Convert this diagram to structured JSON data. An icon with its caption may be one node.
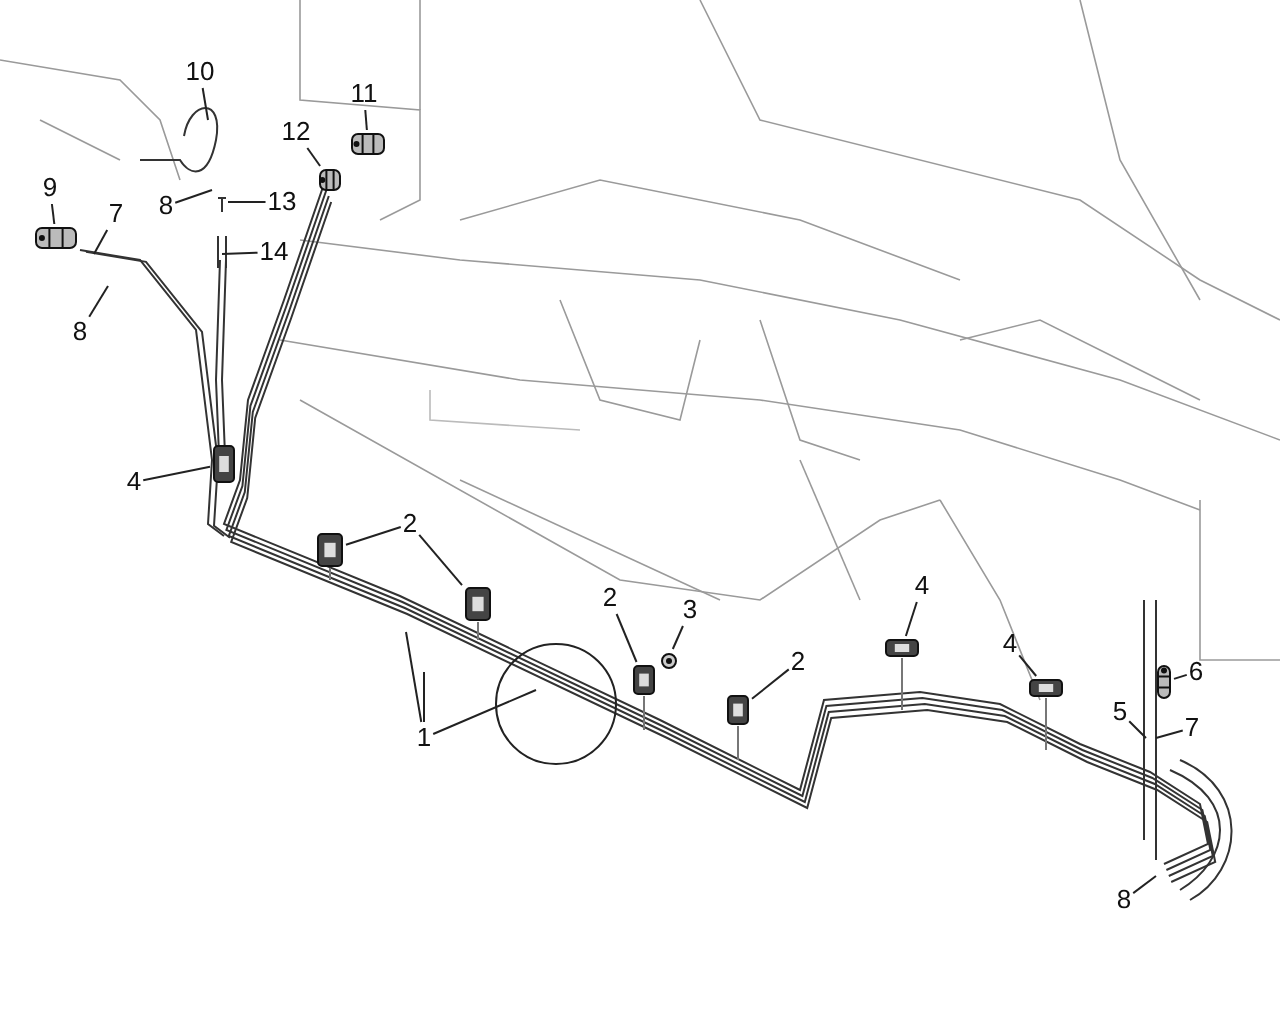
{
  "diagram": {
    "nodes": [
      {
        "text": [
          "10"
        ]
      },
      {
        "text": [
          "11"
        ]
      },
      {
        "text": [
          "12"
        ]
      },
      {
        "text": [
          "9"
        ]
      },
      {
        "text": [
          "7"
        ]
      },
      {
        "text": [
          "8"
        ]
      },
      {
        "text": [
          "13"
        ]
      },
      {
        "text": [
          "14"
        ]
      },
      {
        "text": [
          "8"
        ]
      },
      {
        "text": [
          "4"
        ]
      },
      {
        "text": [
          "2"
        ]
      },
      {
        "text": [
          "4"
        ]
      },
      {
        "text": [
          "2"
        ]
      },
      {
        "text": [
          "3"
        ]
      },
      {
        "text": [
          "4"
        ]
      },
      {
        "text": [
          "2"
        ]
      },
      {
        "text": [
          "6"
        ]
      },
      {
        "text": [
          "5"
        ]
      },
      {
        "text": [
          "7"
        ]
      },
      {
        "text": [
          "1"
        ]
      },
      {
        "text": [
          "8"
        ]
      },
      {
        "text": [],
        "shape": "picture"
      },
      {
        "text": [],
        "shape": "picture"
      },
      {
        "text": [],
        "shape": "picture"
      },
      {
        "text": [],
        "shape": "picture"
      },
      {
        "text": [],
        "shape": "picture"
      },
      {
        "text": [],
        "shape": "picture"
      },
      {
        "text": [],
        "shape": "picture"
      },
      {
        "text": [],
        "shape": "picture"
      },
      {
        "text": [],
        "shape": "picture"
      },
      {
        "text": [],
        "shape": "picture"
      },
      {
        "text": [],
        "shape": "picture"
      },
      {
        "text": [],
        "shape": "picture"
      }
    ],
    "edges": [
      {
        "from": 0,
        "to": null,
        "arrow": "none"
      },
      {
        "from": 1,
        "to": 21,
        "arrow": "none"
      },
      {
        "from": 2,
        "to": 22,
        "arrow": "none"
      },
      {
        "from": 3,
        "to": 23,
        "arrow": "none"
      },
      {
        "from": 4,
        "to": null,
        "arrow": "none"
      },
      {
        "from": 5,
        "to": null,
        "arrow": "none"
      },
      {
        "from": 6,
        "to": null,
        "arrow": "none"
      },
      {
        "from": 7,
        "to": null,
        "arrow": "none"
      },
      {
        "from": 8,
        "to": null,
        "arrow": "none"
      },
      {
        "from": 9,
        "to": 24,
        "arrow": "none"
      },
      {
        "from": 10,
        "to": 25,
        "arrow": "none"
      },
      {
        "from": 10,
        "to": 26,
        "arrow": "none"
      },
      {
        "from": 11,
        "to": 27,
        "arrow": "none"
      },
      {
        "from": 12,
        "to": 28,
        "arrow": "none"
      },
      {
        "from": 13,
        "to": 29,
        "arrow": "none"
      },
      {
        "from": 14,
        "to": 30,
        "arrow": "none"
      },
      {
        "from": 15,
        "to": 31,
        "arrow": "none"
      },
      {
        "from": 16,
        "to": 32,
        "arrow": "none"
      },
      {
        "from": 17,
        "to": null,
        "arrow": "none"
      },
      {
        "from": 18,
        "to": null,
        "arrow": "none"
      },
      {
        "from": 19,
        "to": null,
        "arrow": "none"
      },
      {
        "from": 19,
        "to": null,
        "arrow": "none"
      },
      {
        "from": 19,
        "to": null,
        "arrow": "none"
      },
      {
        "from": 20,
        "to": null,
        "arrow": "none"
      }
    ]
  }
}
